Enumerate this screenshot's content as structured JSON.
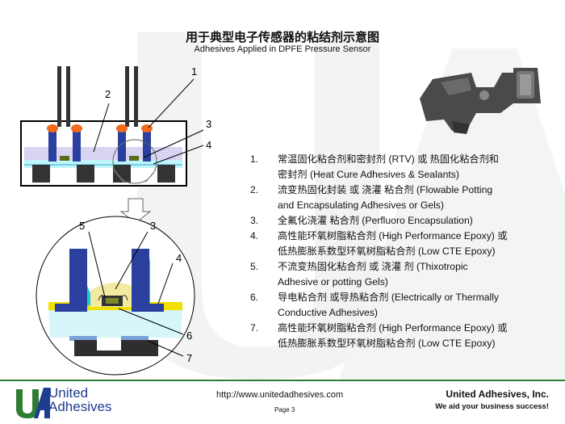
{
  "title_cn": "用于典型电子传感器的粘结剂示意图",
  "title_en": "Adhesives Applied in DPFE Pressure Sensor",
  "diagram_labels": {
    "top": [
      "1",
      "2",
      "3",
      "4"
    ],
    "bottom": [
      "5",
      "3",
      "4",
      "6",
      "7"
    ]
  },
  "items": [
    {
      "num": "1.",
      "lines": [
        "常温固化粘合剂和密封剂 (RTV) 或 热固化粘合剂和",
        "密封剂 (Heat Cure Adhesives & Sealants)"
      ]
    },
    {
      "num": "2.",
      "lines": [
        "流变热固化封装 或 浇灌 粘合剂 (Flowable Potting",
        "and Encapsulating Adhesives or Gels)"
      ]
    },
    {
      "num": "3.",
      "lines": [
        "全氟化浇灌 粘合剂 (Perfluoro Encapsulation)"
      ]
    },
    {
      "num": "4.",
      "lines": [
        "高性能环氧树脂粘合剂 (High Performance Epoxy) 或",
        "低热膨胀系数型环氧树脂粘合剂 (Low CTE Epoxy)"
      ]
    },
    {
      "num": "5.",
      "lines": [
        "不流变热固化粘合剂 或 浇灌 剂 (Thixotropic",
        "Adhesive or potting Gels)"
      ]
    },
    {
      "num": "6.",
      "lines": [
        "导电粘合剂 或导热粘合剂 (Electrically or Thermally",
        "Conductive Adhesives)"
      ]
    },
    {
      "num": "7.",
      "lines": [
        "高性能环氧树脂粘合剂 (High Performance Epoxy) 或",
        "低热膨胀系数型环氧树脂粘合剂 (Low CTE Epoxy)"
      ]
    }
  ],
  "footer": {
    "logo_line1": "United",
    "logo_line2": "Adhesives",
    "url": "http://www.unitedadhesives.com",
    "page": "Page 3",
    "company": "United Adhesives, Inc.",
    "slogan": "We aid your business success!"
  },
  "colors": {
    "brand_blue": "#1f3d8f",
    "brand_green": "#2e7d32",
    "post_blue": "#2b3f9e",
    "orange": "#f26a1b",
    "lavender": "#d9d4f2",
    "cyan": "#bff5fb",
    "teal": "#1ecfd6",
    "olive": "#3b4a10"
  },
  "icons": [
    "sensor-photo",
    "ua-logo-icon",
    "down-arrow-icon"
  ]
}
